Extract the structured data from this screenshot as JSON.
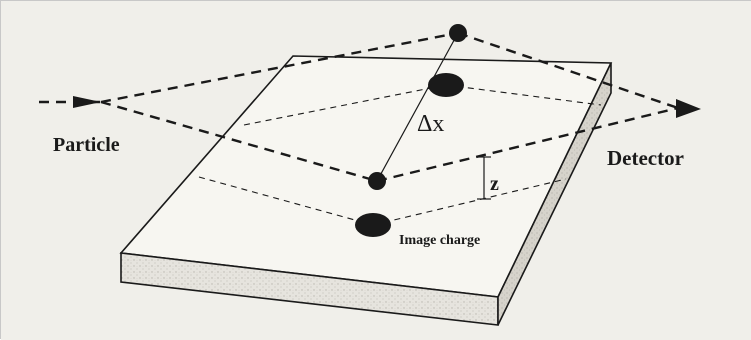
{
  "labels": {
    "particle": "Particle",
    "detector": "Detector",
    "delta_x": "Δx",
    "z": "z",
    "image_charge": "Image charge"
  },
  "colors": {
    "background": "#f0efea",
    "ink": "#1a1a1a",
    "slab_top": "#f7f6f1",
    "slab_side": "#dcdad3"
  }
}
